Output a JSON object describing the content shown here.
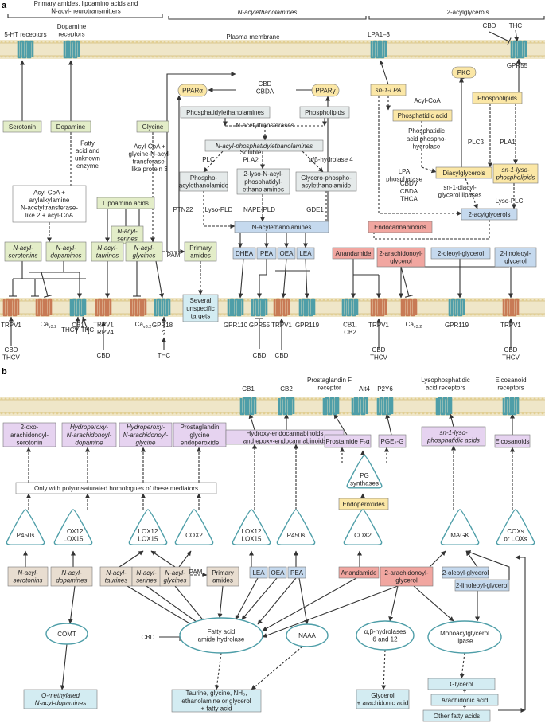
{
  "panels": {
    "a": "a",
    "b": "b"
  },
  "headers": {
    "h1": [
      "Primary amides, lipoamino acids and",
      "N-acyl-neurotransmitters"
    ],
    "h2": "N-acylethanolamines",
    "h3": "2-acylglycerols",
    "membrane": "Plasma membrane"
  },
  "colors": {
    "green": "#e3edc8",
    "grey": "#e5eaea",
    "blue": "#c5d9ee",
    "red": "#f1a6a0",
    "yellow": "#fbe7a6",
    "purple": "#e6d3f0",
    "tan": "#e8ddd0",
    "cyan": "#d3ecf2",
    "white": "#ffffff",
    "recTeal": "#4e9ea8",
    "recOrange": "#c87a55"
  },
  "boxesA": [
    {
      "id": "serotonin",
      "lines": [
        "Serotonin"
      ],
      "color": "green"
    },
    {
      "id": "dopamine",
      "lines": [
        "Dopamine"
      ],
      "color": "green"
    },
    {
      "id": "glycine",
      "lines": [
        "Glycine"
      ],
      "color": "green"
    },
    {
      "id": "acylcoa",
      "lines": [
        "Acyl-CoA +",
        "arylalkylamine",
        "N-acetyltransferase-",
        "like 2 + acyl-CoA"
      ],
      "color": "white"
    },
    {
      "id": "lipoamino",
      "lines": [
        "Lipoamino acids"
      ],
      "color": "green"
    },
    {
      "id": "nacylserines",
      "lines": [
        "N-acyl-",
        "serines"
      ],
      "color": "green"
    },
    {
      "id": "nacylserotonins",
      "lines": [
        "N-acyl-",
        "serotonins"
      ],
      "color": "green"
    },
    {
      "id": "nacyldopamines",
      "lines": [
        "N-acyl-",
        "dopamines"
      ],
      "color": "green"
    },
    {
      "id": "nacyltaurines",
      "lines": [
        "N-acyl-",
        "taurines"
      ],
      "color": "green"
    },
    {
      "id": "nacylglycines",
      "lines": [
        "N-acyl-",
        "glycines"
      ],
      "color": "green"
    },
    {
      "id": "primaryamides",
      "lines": [
        "Primary",
        "amides"
      ],
      "color": "green"
    },
    {
      "id": "unspecific",
      "lines": [
        "Several",
        "unspecific",
        "targets"
      ],
      "color": "cyan"
    },
    {
      "id": "ppara",
      "lines": [
        "PPARα"
      ],
      "color": "yellow"
    },
    {
      "id": "pparg",
      "lines": [
        "PPARγ"
      ],
      "color": "yellow"
    },
    {
      "id": "pe",
      "lines": [
        "Phosphatidylethanolamines"
      ],
      "color": "grey"
    },
    {
      "id": "phospholipidsA",
      "lines": [
        "Phospholipids"
      ],
      "color": "grey"
    },
    {
      "id": "nape",
      "lines": [
        "N-acyl-phosphatidylethanolamines"
      ],
      "color": "grey"
    },
    {
      "id": "phosphoacyl",
      "lines": [
        "Phospho-",
        "acylethanolamide"
      ],
      "color": "grey"
    },
    {
      "id": "lysonape",
      "lines": [
        "2-lyso-N-acyl-",
        "phosphatidyl-",
        "ethanolamines"
      ],
      "color": "grey"
    },
    {
      "id": "glycerophospho",
      "lines": [
        "Glycero-phospho-",
        "acylethanolamide"
      ],
      "color": "grey"
    },
    {
      "id": "nae",
      "lines": [
        "N-acylethanolamines"
      ],
      "color": "blue"
    },
    {
      "id": "dhea",
      "lines": [
        "DHEA"
      ],
      "color": "blue"
    },
    {
      "id": "pea",
      "lines": [
        "PEA"
      ],
      "color": "blue"
    },
    {
      "id": "oea",
      "lines": [
        "OEA"
      ],
      "color": "blue"
    },
    {
      "id": "lea",
      "lines": [
        "LEA"
      ],
      "color": "blue"
    },
    {
      "id": "endocannabinoids",
      "lines": [
        "Endocannabinoids"
      ],
      "color": "red"
    },
    {
      "id": "anandamide",
      "lines": [
        "Anandamide"
      ],
      "color": "red"
    },
    {
      "id": "2ag",
      "lines": [
        "2-arachidonoyl-",
        "glycerol"
      ],
      "color": "red"
    },
    {
      "id": "2og",
      "lines": [
        "2-oleoyl-glycerol"
      ],
      "color": "blue"
    },
    {
      "id": "2lg",
      "lines": [
        "2-linoleoyl-",
        "glycerol"
      ],
      "color": "blue"
    },
    {
      "id": "sn1lpa",
      "lines": [
        "sn-1-LPA"
      ],
      "color": "yellow"
    },
    {
      "id": "pkc",
      "lines": [
        "PKC"
      ],
      "color": "yellow"
    },
    {
      "id": "phosphatidicacid",
      "lines": [
        "Phosphatidic acid"
      ],
      "color": "yellow"
    },
    {
      "id": "phospholipidsY",
      "lines": [
        "Phospholipids"
      ],
      "color": "yellow"
    },
    {
      "id": "diacylglycerols",
      "lines": [
        "Diacylglycerols"
      ],
      "color": "yellow"
    },
    {
      "id": "sn1lysophospholipids",
      "lines": [
        "sn-1-lyso-",
        "phospholipids"
      ],
      "color": "yellow"
    },
    {
      "id": "2acylglycerols",
      "lines": [
        "2-acylglycerols"
      ],
      "color": "blue"
    }
  ],
  "labelsA": [
    {
      "id": "l1",
      "lines": [
        "Fatty",
        "acid and",
        "unknown",
        "enzyme"
      ]
    },
    {
      "id": "l2",
      "lines": [
        "Acyl-CoA +",
        "glycine-N-acyl-",
        "transferase-",
        "like protein 3"
      ]
    },
    {
      "id": "l3",
      "lines": [
        "PAM"
      ]
    },
    {
      "id": "l4",
      "lines": [
        "CBD",
        "CBDA"
      ]
    },
    {
      "id": "l5",
      "lines": [
        "N-acetyltransferases"
      ]
    },
    {
      "id": "l6",
      "lines": [
        "PLC"
      ]
    },
    {
      "id": "l7",
      "lines": [
        "Soluble",
        "PLA2"
      ]
    },
    {
      "id": "l8",
      "lines": [
        "α/β-hydrolase 4"
      ]
    },
    {
      "id": "l9",
      "lines": [
        "PTN22"
      ]
    },
    {
      "id": "l10",
      "lines": [
        "Lyso-PLD"
      ]
    },
    {
      "id": "l11",
      "lines": [
        "NAPE-PLD"
      ]
    },
    {
      "id": "l12",
      "lines": [
        "GDE1"
      ]
    },
    {
      "id": "l13",
      "lines": [
        "Acyl-CoA"
      ]
    },
    {
      "id": "l14",
      "lines": [
        "Phosphatidic",
        "acid phospho-",
        "hydrolase"
      ]
    },
    {
      "id": "l15",
      "lines": [
        "LPA",
        "phosphatase"
      ]
    },
    {
      "id": "l16",
      "lines": [
        "PLCβ"
      ]
    },
    {
      "id": "l17",
      "lines": [
        "PLA1"
      ]
    },
    {
      "id": "l18",
      "lines": [
        "CBDV",
        "CBDA",
        "THCA"
      ]
    },
    {
      "id": "l19",
      "lines": [
        "sn-1-diacyl-",
        "glycerol lipases"
      ]
    },
    {
      "id": "l20",
      "lines": [
        "Lyso-PLC"
      ]
    },
    {
      "id": "l21",
      "lines": [
        "CBD"
      ]
    },
    {
      "id": "l22",
      "lines": [
        "THC"
      ]
    }
  ],
  "receptorsTopA": [
    {
      "id": "r1",
      "lines": [
        "5-HT receptors"
      ]
    },
    {
      "id": "r2",
      "lines": [
        "Dopamine",
        "receptors"
      ]
    },
    {
      "id": "r3",
      "lines": [
        "LPA1–3"
      ]
    },
    {
      "id": "r4",
      "lines": [
        "GPR55"
      ]
    }
  ],
  "receptorsBottomA": [
    {
      "id": "b1",
      "lines": [
        "TRPV1"
      ]
    },
    {
      "id": "b2",
      "lines": [
        "Ca",
        "v3.2"
      ]
    },
    {
      "id": "b3",
      "lines": [
        "CB1"
      ]
    },
    {
      "id": "b4",
      "lines": [
        "TRPV1",
        "TRPV4"
      ]
    },
    {
      "id": "b5",
      "lines": [
        "Ca",
        "v3.2"
      ]
    },
    {
      "id": "b6",
      "lines": [
        "GPR18"
      ]
    },
    {
      "id": "b7",
      "lines": [
        "GPR110"
      ]
    },
    {
      "id": "b8",
      "lines": [
        "GPR55"
      ]
    },
    {
      "id": "b9",
      "lines": [
        "TRPV1"
      ]
    },
    {
      "id": "b10",
      "lines": [
        "GPR119"
      ]
    },
    {
      "id": "b11",
      "lines": [
        "CB1,",
        "CB2"
      ]
    },
    {
      "id": "b12",
      "lines": [
        "TRPV1"
      ]
    },
    {
      "id": "b13",
      "lines": [
        "Ca",
        "v3.2"
      ]
    },
    {
      "id": "b14",
      "lines": [
        "GPR119"
      ]
    },
    {
      "id": "b15",
      "lines": [
        "TRPV1"
      ]
    }
  ],
  "drugsA": [
    {
      "id": "d1",
      "lines": [
        "CBD",
        "THCV"
      ]
    },
    {
      "id": "d2",
      "lines": [
        "THCV"
      ]
    },
    {
      "id": "d3",
      "lines": [
        "THC"
      ]
    },
    {
      "id": "d4",
      "lines": [
        "CBD"
      ]
    },
    {
      "id": "d5",
      "lines": [
        "?"
      ]
    },
    {
      "id": "d6",
      "lines": [
        "THC"
      ]
    },
    {
      "id": "d7",
      "lines": [
        "CBD"
      ]
    },
    {
      "id": "d8",
      "lines": [
        "CBD"
      ]
    },
    {
      "id": "d9",
      "lines": [
        "CBD",
        "THCV"
      ]
    },
    {
      "id": "d10",
      "lines": [
        "CBD",
        "THCV"
      ]
    },
    {
      "id": "d11",
      "lines": [
        "CBD",
        "THCV"
      ]
    }
  ],
  "receptorsTopB": [
    {
      "id": "rb1",
      "lines": [
        "CB1"
      ]
    },
    {
      "id": "rb2",
      "lines": [
        "CB2"
      ]
    },
    {
      "id": "rb3",
      "lines": [
        "Prostaglandin F",
        "receptor"
      ]
    },
    {
      "id": "rb4",
      "lines": [
        "Alt4"
      ]
    },
    {
      "id": "rb5",
      "lines": [
        "P2Y6"
      ]
    },
    {
      "id": "rb6",
      "lines": [
        "Lysophosphatidic",
        "acid receptors"
      ]
    },
    {
      "id": "rb7",
      "lines": [
        "Eicosanoid",
        "receptors"
      ]
    }
  ],
  "boxesB": [
    {
      "id": "oxoas",
      "lines": [
        "2-oxo-",
        "arachidonoyl-",
        "serotonin"
      ],
      "color": "purple"
    },
    {
      "id": "hpnad",
      "lines": [
        "Hydroperoxy-",
        "N-arachidonoyl-",
        "dopamine"
      ],
      "color": "purple"
    },
    {
      "id": "hpnag",
      "lines": [
        "Hydroperoxy-",
        "N-arachidonoyl-",
        "glycine"
      ],
      "color": "purple"
    },
    {
      "id": "pggep",
      "lines": [
        "Prostaglandin",
        "glycine",
        "endoperoxide"
      ],
      "color": "purple"
    },
    {
      "id": "hydroxy",
      "lines": [
        "Hydroxy-endocannabinoids",
        "and epoxy-endocannabinoids"
      ],
      "color": "purple"
    },
    {
      "id": "prostamide",
      "lines": [
        "Prostamide F₂α"
      ],
      "color": "purple"
    },
    {
      "id": "pgeg",
      "lines": [
        "PGE₂-G"
      ],
      "color": "purple"
    },
    {
      "id": "sn1lpaB",
      "lines": [
        "sn-1-lyso-",
        "phosphatidic acids"
      ],
      "color": "purple"
    },
    {
      "id": "eicosanoids",
      "lines": [
        "Eicosanoids"
      ],
      "color": "purple"
    },
    {
      "id": "polyunsat",
      "lines": [
        "Only with polyunsaturated homologues of these mediators"
      ],
      "color": "white"
    },
    {
      "id": "endoperoxides",
      "lines": [
        "Endoperoxides"
      ],
      "color": "yellow"
    },
    {
      "id": "bnserot",
      "lines": [
        "N-acyl-",
        "serotonins"
      ],
      "color": "tan"
    },
    {
      "id": "bndopa",
      "lines": [
        "N-acyl-",
        "dopamines"
      ],
      "color": "tan"
    },
    {
      "id": "bntaur",
      "lines": [
        "N-acyl-",
        "taurines"
      ],
      "color": "tan"
    },
    {
      "id": "bnser",
      "lines": [
        "N-acyl-",
        "serines"
      ],
      "color": "tan"
    },
    {
      "id": "bngly",
      "lines": [
        "N-acyl-",
        "glycines"
      ],
      "color": "tan"
    },
    {
      "id": "bprim",
      "lines": [
        "Primary",
        "amides"
      ],
      "color": "tan"
    },
    {
      "id": "blea",
      "lines": [
        "LEA"
      ],
      "color": "blue"
    },
    {
      "id": "boea",
      "lines": [
        "OEA"
      ],
      "color": "blue"
    },
    {
      "id": "bpea",
      "lines": [
        "PEA"
      ],
      "color": "blue"
    },
    {
      "id": "banand",
      "lines": [
        "Anandamide"
      ],
      "color": "red"
    },
    {
      "id": "b2ag",
      "lines": [
        "2-arachidonoyl-",
        "glycerol"
      ],
      "color": "red"
    },
    {
      "id": "b2og",
      "lines": [
        "2-oleoyl-glycerol"
      ],
      "color": "blue"
    },
    {
      "id": "b2lg",
      "lines": [
        "2-linoleoyl-glycerol"
      ],
      "color": "blue"
    },
    {
      "id": "omethyl",
      "lines": [
        "O-methylated",
        "N-acyl-dopamines"
      ],
      "color": "cyan"
    },
    {
      "id": "taurine",
      "lines": [
        "Taurine, glycine, NH₃,",
        "ethanolamine or glycerol",
        "+ fatty acid"
      ],
      "color": "cyan"
    },
    {
      "id": "glycerolaa",
      "lines": [
        "Glycerol",
        "+ arachidonic acid"
      ],
      "color": "cyan"
    },
    {
      "id": "glycerol",
      "lines": [
        "Glycerol"
      ],
      "color": "cyan"
    },
    {
      "id": "aa",
      "lines": [
        "Arachidonic acid"
      ],
      "color": "cyan"
    },
    {
      "id": "otherfa",
      "lines": [
        "Other fatty acids"
      ],
      "color": "cyan"
    }
  ],
  "enzymesB": [
    {
      "id": "p450a",
      "lines": [
        "P450s"
      ]
    },
    {
      "id": "lox1",
      "lines": [
        "LOX12",
        "LOX15"
      ]
    },
    {
      "id": "lox2",
      "lines": [
        "LOX12",
        "LOX15"
      ]
    },
    {
      "id": "cox2a",
      "lines": [
        "COX2"
      ]
    },
    {
      "id": "lox3",
      "lines": [
        "LOX12",
        "LOX15"
      ]
    },
    {
      "id": "p450b",
      "lines": [
        "P450s"
      ]
    },
    {
      "id": "cox2b",
      "lines": [
        "COX2"
      ]
    },
    {
      "id": "magk",
      "lines": [
        "MAGK"
      ]
    },
    {
      "id": "coxlox",
      "lines": [
        "COXs",
        "or LOXs"
      ]
    },
    {
      "id": "pgsyn",
      "lines": [
        "PG",
        "synthases"
      ]
    }
  ],
  "ovalsB": [
    {
      "id": "comt",
      "lines": [
        "COMT"
      ]
    },
    {
      "id": "faah",
      "lines": [
        "Fatty acid",
        "amide hydrolase"
      ]
    },
    {
      "id": "naaa",
      "lines": [
        "NAAA"
      ]
    },
    {
      "id": "abh",
      "lines": [
        "α,β-hydrolases",
        "6 and 12"
      ]
    },
    {
      "id": "mgl",
      "lines": [
        "Monoacylglycerol",
        "lipase"
      ]
    }
  ],
  "labelsB": [
    {
      "id": "lb1",
      "lines": [
        "PAM"
      ]
    },
    {
      "id": "lb2",
      "lines": [
        "CBD"
      ]
    },
    {
      "id": "plus1",
      "lines": [
        "+"
      ]
    },
    {
      "id": "plus2",
      "lines": [
        "+"
      ]
    }
  ]
}
